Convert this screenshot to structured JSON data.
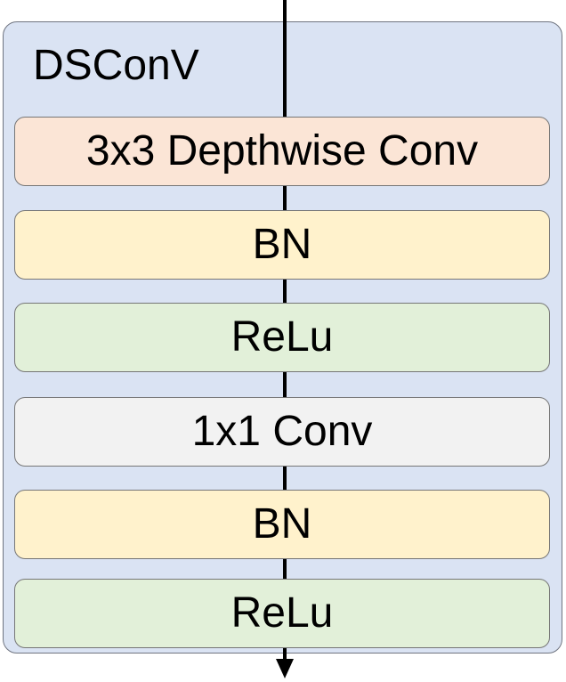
{
  "diagram": {
    "module_title": "DSConV",
    "blocks": [
      {
        "label": "3x3 Depthwise Conv",
        "color": "#fbe5d6"
      },
      {
        "label": "BN",
        "color": "#fff2cc"
      },
      {
        "label": "ReLu",
        "color": "#e2f0d9"
      },
      {
        "label": "1x1 Conv",
        "color": "#f2f2f2"
      },
      {
        "label": "BN",
        "color": "#fff2cc"
      },
      {
        "label": "ReLu",
        "color": "#e2f0d9"
      }
    ],
    "container_color": "#dae3f3",
    "flow_direction": "top-to-bottom"
  }
}
